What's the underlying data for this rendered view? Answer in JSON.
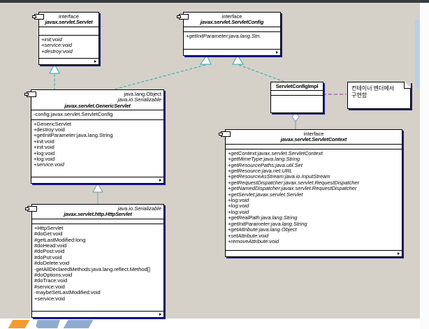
{
  "diagram": {
    "classes": {
      "servlet": {
        "stereotype": "interface",
        "name": "javax.servlet.Servlet",
        "attributes": [],
        "methods": [
          {
            "t": "+init:void",
            "i": true
          },
          {
            "t": "+service:void",
            "i": true
          },
          {
            "t": "+destroy:void",
            "i": true
          }
        ]
      },
      "servlet_config": {
        "stereotype": "interface",
        "name": "javax.servlet.ServletConfig",
        "attributes": [],
        "methods": [
          {
            "t": "+getInitParameter:java.lang.Stri.",
            "i": true
          }
        ]
      },
      "generic_servlet": {
        "header_lines": [
          {
            "t": "java.lang.Object",
            "i": false
          },
          {
            "t": "java.io.Serializable",
            "i": true
          }
        ],
        "name": "javax.servlet.GenericServlet",
        "attributes": [
          {
            "t": "-config:javax.servlet.ServletConfig",
            "i": false
          }
        ],
        "methods": [
          {
            "t": "+GenericServlet",
            "i": false
          },
          {
            "t": "+destroy:void",
            "i": false
          },
          {
            "t": "+getInitParameter:java.lang.String",
            "i": false
          },
          {
            "t": "+init:void",
            "i": false
          },
          {
            "t": "+init:void",
            "i": false
          },
          {
            "t": "+log:void",
            "i": false
          },
          {
            "t": "+log:void",
            "i": false
          },
          {
            "t": "+service:void",
            "i": true
          }
        ]
      },
      "http_servlet": {
        "header_lines": [
          {
            "t": "java.io.Serializable",
            "i": true
          }
        ],
        "name": "javax.servlet.http.HttpServlet",
        "attributes": [],
        "methods": [
          {
            "t": "+HttpServlet",
            "i": false
          },
          {
            "t": "#doGet:void",
            "i": false
          },
          {
            "t": "#getLastModified:long",
            "i": false
          },
          {
            "t": "#doHead:void",
            "i": false
          },
          {
            "t": "#doPost:void",
            "i": false
          },
          {
            "t": "#doPut:void",
            "i": false
          },
          {
            "t": "#doDelete:void",
            "i": false
          },
          {
            "t": "-getAllDeclaredMethods:java.lang.reflect.Method[]",
            "i": false
          },
          {
            "t": "#doOptions:void",
            "i": false
          },
          {
            "t": "#doTrace:void",
            "i": false
          },
          {
            "t": "#service:void",
            "i": false
          },
          {
            "t": "-maybeSetLastModified:void",
            "i": false
          },
          {
            "t": "+service:void",
            "i": false
          }
        ]
      },
      "servlet_config_impl": {
        "name": "ServletConfigImpl",
        "attributes": [],
        "methods": []
      },
      "servlet_context": {
        "stereotype": "interface",
        "name": "javax.servlet.ServletContext",
        "attributes": [],
        "methods": [
          {
            "t": "+getContext:javax.servlet.ServletContext",
            "i": true
          },
          {
            "t": "+getMimeType:java.lang.String",
            "i": true
          },
          {
            "t": "+getResourcePaths:java.util.Set",
            "i": true
          },
          {
            "t": "+getResource:java.net.URL",
            "i": true
          },
          {
            "t": "+getResourceAsStream:java.io.InputStream",
            "i": true
          },
          {
            "t": "+getRequestDispatcher:javax.servlet.RequestDispatcher",
            "i": true
          },
          {
            "t": "+getNamedDispatcher:javax.servlet.RequestDispatcher",
            "i": true
          },
          {
            "t": "+getServlet:javax.servlet.Servlet",
            "i": true
          },
          {
            "t": "+log:void",
            "i": true
          },
          {
            "t": "+log:void",
            "i": true
          },
          {
            "t": "+log:void",
            "i": true
          },
          {
            "t": "+getRealPath:java.lang.String",
            "i": true
          },
          {
            "t": "+getInitParameter:java.lang.String",
            "i": true
          },
          {
            "t": "+getAttribute:java.lang.Object",
            "i": true
          },
          {
            "t": "+setAttribute:void",
            "i": true
          },
          {
            "t": "+removeAttribute:void",
            "i": true
          }
        ]
      }
    },
    "note": {
      "lines": [
        {
          "t": "컨테이너 벤더에서",
          "i": false
        },
        {
          "t": "구현함",
          "i": false
        }
      ]
    },
    "relationships": [
      {
        "from": "javax.servlet.GenericServlet",
        "to": "javax.servlet.Servlet",
        "type": "realization"
      },
      {
        "from": "javax.servlet.GenericServlet",
        "to": "javax.servlet.ServletConfig",
        "type": "realization"
      },
      {
        "from": "ServletConfigImpl",
        "to": "javax.servlet.ServletConfig",
        "type": "realization"
      },
      {
        "from": "javax.servlet.http.HttpServlet",
        "to": "javax.servlet.GenericServlet",
        "type": "generalization"
      },
      {
        "from": "ServletConfigImpl",
        "to": "javax.servlet.ServletContext",
        "type": "aggregation"
      },
      {
        "from": "ServletConfigImpl",
        "to": "note",
        "type": "note-link"
      }
    ],
    "colors": {
      "canvas": "#d5d1c9",
      "realization_line": "#2fa8a8",
      "generalization_line": "#8db0b0",
      "aggregation_line": "#8585bd",
      "note_link_line": "#a74fb0",
      "box_shadow": "#1c1c85",
      "logo_orange": "#f49b30",
      "logo_blue": "#8fabd0"
    }
  }
}
